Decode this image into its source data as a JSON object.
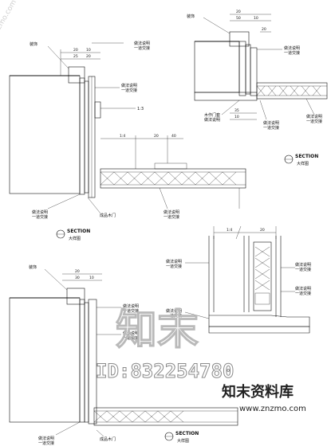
{
  "details": {
    "top_left": {
      "dimensions": [
        "20",
        "25",
        "20",
        "10"
      ],
      "labels": {
        "a": "装饰",
        "b": "做法说明\n一道交接",
        "c": "做法说明\n一道交接",
        "d": "1:3",
        "e": "成品木门",
        "f": "做法说明\n一道交接",
        "g": "做法说明\n一道交接"
      },
      "bottom_dims": [
        "1:4",
        "20",
        "40"
      ],
      "section_tag": "SECTION",
      "section_sub": "大样图"
    },
    "top_right": {
      "dimensions": [
        "20",
        "50",
        "10",
        "20",
        "35",
        "10"
      ],
      "labels": {
        "a": "装饰",
        "b": "做法说明\n一道交接",
        "c": "木作门套\n做法说明",
        "d": "做法说明\n一道交接",
        "e": "做法说明\n一道交接"
      },
      "section_tag": "SECTION",
      "section_sub": "大样图"
    },
    "bottom_left": {
      "dimensions": [
        "20",
        "30",
        "10"
      ],
      "labels": {
        "a": "装饰",
        "b": "做法说明\n一道交接",
        "c": "做法说明\n一道交接",
        "d": "成品木门",
        "e": "做法说明\n一道交接"
      },
      "section_tag": "SECTION",
      "section_sub": "大样图"
    },
    "bottom_right": {
      "dimensions": [
        "1:4",
        "20"
      ],
      "labels": {
        "a": "做法说明\n一道交接",
        "b": "做法说明\n一道交接",
        "c": "做法说明\n一道交接",
        "d": "做法说明\n一道交接"
      }
    }
  },
  "watermark": {
    "big": "知末",
    "id": "ID:832254780",
    "logo": "知末资料库",
    "url": "www.znzmo.com",
    "diagonal": "www.znzmo.com"
  }
}
